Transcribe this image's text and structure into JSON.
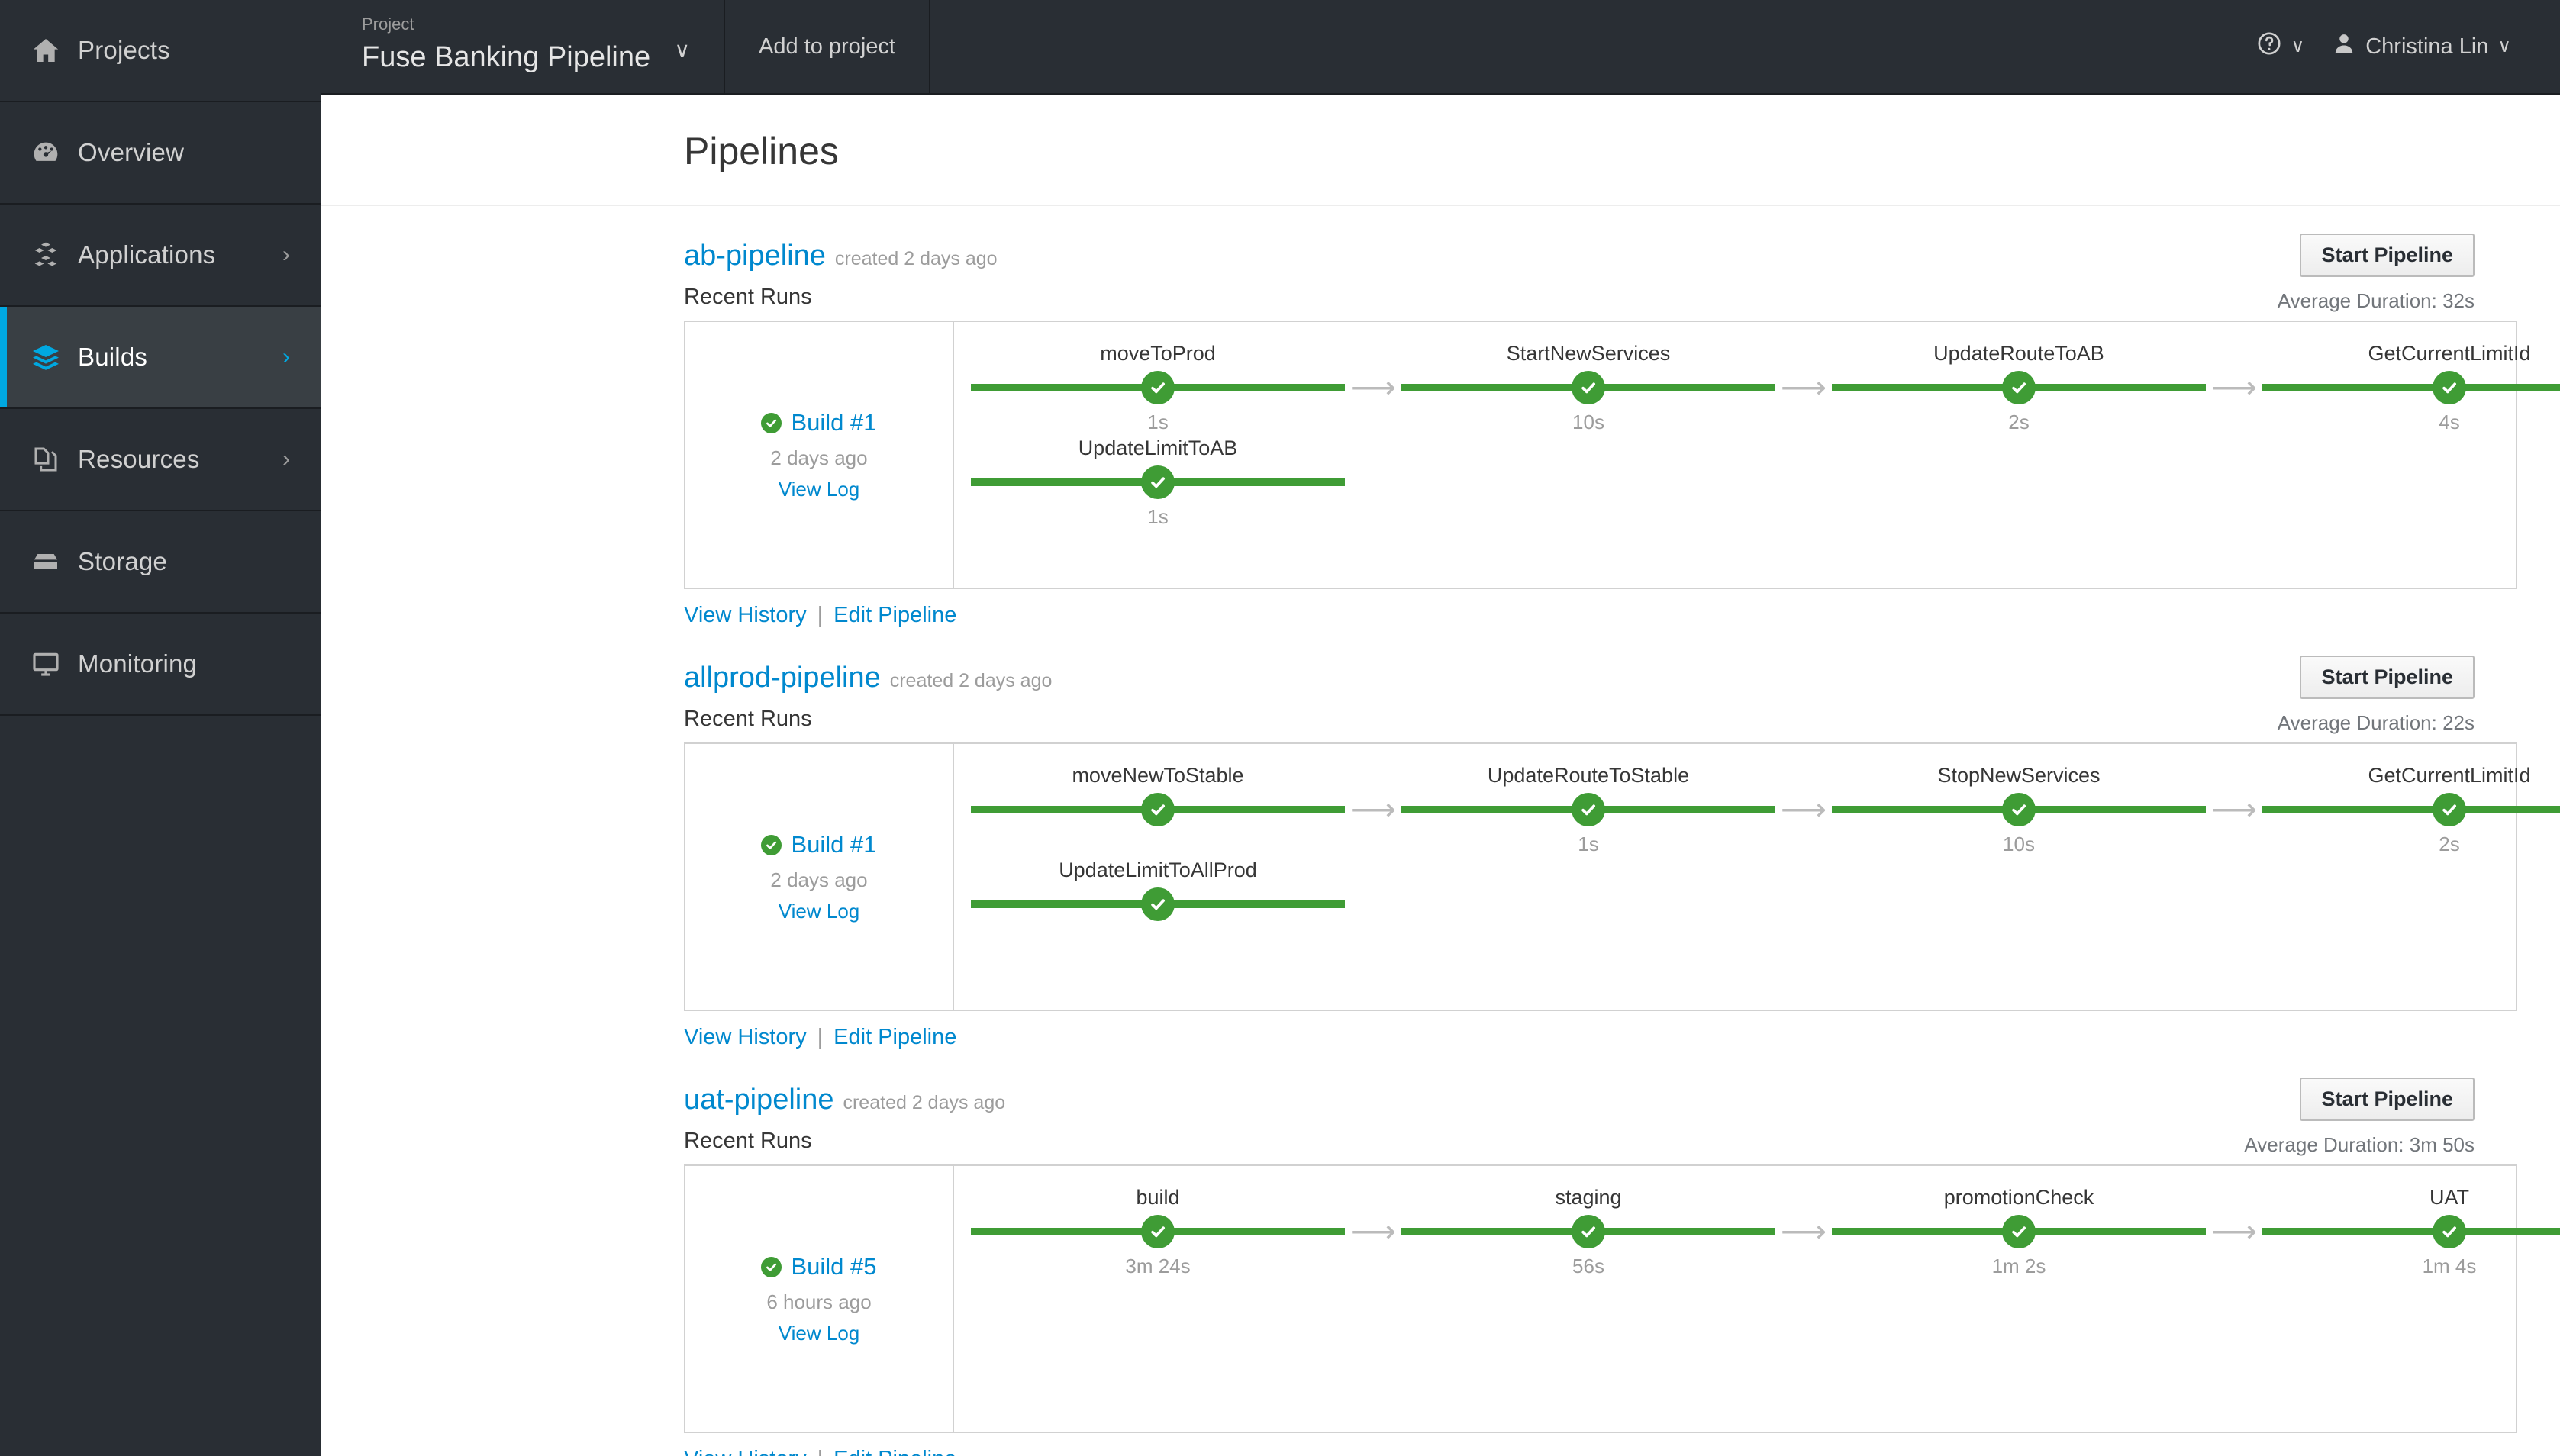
{
  "sidebar": {
    "items": [
      {
        "label": "Projects",
        "icon": "home-icon",
        "caret": "",
        "active": false
      },
      {
        "label": "Overview",
        "icon": "gauge-icon",
        "caret": "",
        "active": false
      },
      {
        "label": "Applications",
        "icon": "cubes-icon",
        "caret": "›",
        "active": false
      },
      {
        "label": "Builds",
        "icon": "layers-icon",
        "caret": "›",
        "active": true
      },
      {
        "label": "Resources",
        "icon": "documents-icon",
        "caret": "›",
        "active": false
      },
      {
        "label": "Storage",
        "icon": "storage-icon",
        "caret": "",
        "active": false
      },
      {
        "label": "Monitoring",
        "icon": "monitor-icon",
        "caret": "",
        "active": false
      }
    ]
  },
  "topbar": {
    "project_label": "Project",
    "project_name": "Fuse Banking Pipeline",
    "project_caret": "∨",
    "add_to_project": "Add to project",
    "help_caret": "∨",
    "user_name": "Christina Lin",
    "user_caret": "∨"
  },
  "page": {
    "title": "Pipelines"
  },
  "colors": {
    "accent_blue": "#0088ce",
    "active_blue": "#00a8e1",
    "success_green": "#3f9c35",
    "sidebar_bg": "#292e34",
    "muted_text": "#9c9c9c"
  },
  "labels": {
    "recent_runs": "Recent Runs",
    "start_pipeline": "Start Pipeline",
    "view_log": "View Log",
    "view_history": "View History",
    "edit_pipeline": "Edit Pipeline",
    "link_separator": "|"
  },
  "pipelines": [
    {
      "name": "ab-pipeline",
      "created": "created 2 days ago",
      "average_duration": "Average Duration: 32s",
      "run": {
        "build": "Build #1",
        "time": "2 days ago",
        "status": "success"
      },
      "stage_rows": [
        [
          {
            "name": "moveToProd",
            "duration": "1s",
            "arrow": true
          },
          {
            "name": "StartNewServices",
            "duration": "10s",
            "arrow": true
          },
          {
            "name": "UpdateRouteToAB",
            "duration": "2s",
            "arrow": true
          },
          {
            "name": "GetCurrentLimitId",
            "duration": "4s",
            "arrow": true
          }
        ],
        [
          {
            "name": "UpdateLimitToAB",
            "duration": "1s",
            "arrow": false
          }
        ]
      ]
    },
    {
      "name": "allprod-pipeline",
      "created": "created 2 days ago",
      "average_duration": "Average Duration: 22s",
      "run": {
        "build": "Build #1",
        "time": "2 days ago",
        "status": "success"
      },
      "stage_rows": [
        [
          {
            "name": "moveNewToStable",
            "duration": "",
            "arrow": true
          },
          {
            "name": "UpdateRouteToStable",
            "duration": "1s",
            "arrow": true
          },
          {
            "name": "StopNewServices",
            "duration": "10s",
            "arrow": true
          },
          {
            "name": "GetCurrentLimitId",
            "duration": "2s",
            "arrow": true
          }
        ],
        [
          {
            "name": "UpdateLimitToAllProd",
            "duration": "",
            "arrow": false
          }
        ]
      ]
    },
    {
      "name": "uat-pipeline",
      "created": "created 2 days ago",
      "average_duration": "Average Duration: 3m 50s",
      "run": {
        "build": "Build #5",
        "time": "6 hours ago",
        "status": "success"
      },
      "stage_rows": [
        [
          {
            "name": "build",
            "duration": "3m 24s",
            "arrow": true
          },
          {
            "name": "staging",
            "duration": "56s",
            "arrow": true
          },
          {
            "name": "promotionCheck",
            "duration": "1m 2s",
            "arrow": true
          },
          {
            "name": "UAT",
            "duration": "1m 4s",
            "arrow": false
          }
        ]
      ]
    }
  ]
}
